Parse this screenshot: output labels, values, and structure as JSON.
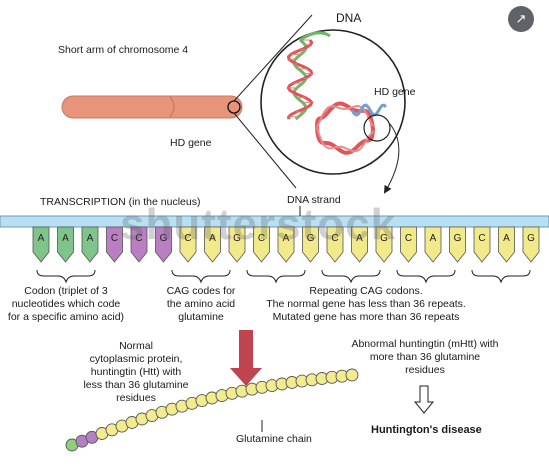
{
  "labels": {
    "short_arm": "Short arm of chromosome 4",
    "hd_gene_left": "HD gene",
    "dna": "DNA",
    "hd_gene_circle": "HD gene",
    "transcription": "TRANSCRIPTION (in the nucleus)",
    "dna_strand": "DNA strand",
    "codon_note": [
      "Codon (triplet of 3",
      "nucleotides which code",
      "for a specific amino acid)"
    ],
    "cag_note": [
      "CAG codes for",
      "the amino acid",
      "glutamine"
    ],
    "repeat_note": [
      "Repeating CAG codons.",
      "The normal gene has less than 36 repeats.",
      "Mutated gene has more than 36 repeats"
    ],
    "normal_protein": [
      "Normal",
      "cytoplasmic protein,",
      "huntingtin (Htt) with",
      "less than 36 glutamine",
      "residues"
    ],
    "abnormal_protein": [
      "Abnormal huntingtin (mHtt) with",
      "more than 36 glutamine",
      "residues"
    ],
    "glutamine_chain": "Glutamine chain",
    "disease": "Huntington's disease",
    "watermark": "shutterstock"
  },
  "nucleotides": [
    {
      "letter": "A",
      "color": "#7fc48a"
    },
    {
      "letter": "A",
      "color": "#7fc48a"
    },
    {
      "letter": "A",
      "color": "#7fc48a"
    },
    {
      "letter": "C",
      "color": "#b97fc2"
    },
    {
      "letter": "C",
      "color": "#b97fc2"
    },
    {
      "letter": "G",
      "color": "#b97fc2"
    },
    {
      "letter": "C",
      "color": "#f2e98a"
    },
    {
      "letter": "A",
      "color": "#f2e98a"
    },
    {
      "letter": "G",
      "color": "#f2e98a"
    },
    {
      "letter": "C",
      "color": "#f2e98a"
    },
    {
      "letter": "A",
      "color": "#f2e98a"
    },
    {
      "letter": "G",
      "color": "#f2e98a"
    },
    {
      "letter": "C",
      "color": "#f2e98a"
    },
    {
      "letter": "A",
      "color": "#f2e98a"
    },
    {
      "letter": "G",
      "color": "#f2e98a"
    },
    {
      "letter": "C",
      "color": "#f2e98a"
    },
    {
      "letter": "A",
      "color": "#f2e98a"
    },
    {
      "letter": "G",
      "color": "#f2e98a"
    },
    {
      "letter": "C",
      "color": "#f2e98a"
    },
    {
      "letter": "A",
      "color": "#f2e98a"
    },
    {
      "letter": "G",
      "color": "#f2e98a"
    }
  ],
  "colors": {
    "chromosome": "#e8947a",
    "dna_strand": "#b9dff2",
    "helix_red": "#e0555a",
    "helix_green": "#6fb56a",
    "helix_blue": "#6f9fd6",
    "arrow": "#c0444f",
    "bead_green": "#8fcf7a",
    "bead_purple": "#b57fc4",
    "bead_yellow": "#f2ec8e"
  },
  "chain": {
    "green_beads": 1,
    "purple_beads": 2,
    "yellow_beads": 26
  },
  "external_icon": "open-in-new-icon"
}
